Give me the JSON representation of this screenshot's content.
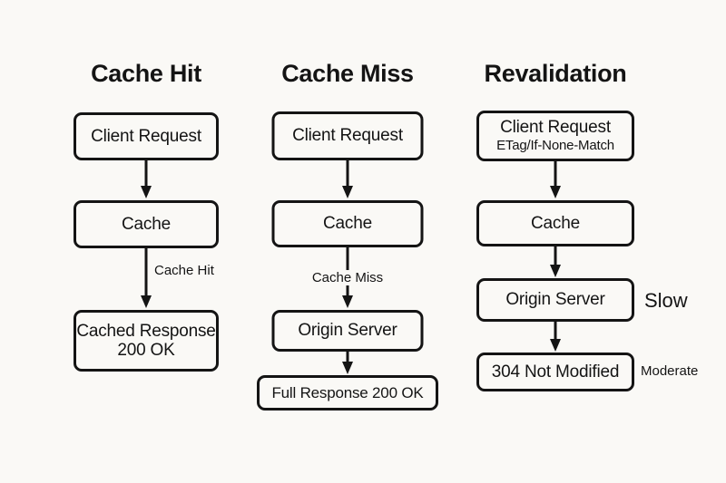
{
  "diagram": {
    "background_color": "#faf9f6",
    "stroke_color": "#141414",
    "columns": [
      {
        "title": "Cache Hit",
        "nodes": [
          {
            "line1": "Client Request",
            "line2": ""
          },
          {
            "line1": "Cache",
            "line2": ""
          },
          {
            "line1": "Cached Response",
            "line2": "200 OK"
          }
        ],
        "edge_labels": [
          "",
          "Cache Hit"
        ],
        "side_labels": []
      },
      {
        "title": "Cache Miss",
        "nodes": [
          {
            "line1": "Client Request",
            "line2": ""
          },
          {
            "line1": "Cache",
            "line2": ""
          },
          {
            "line1": "Origin Server",
            "line2": ""
          },
          {
            "line1": "Full Response 200 OK",
            "line2": ""
          }
        ],
        "edge_labels": [
          "",
          "Cache Miss",
          ""
        ],
        "side_labels": []
      },
      {
        "title": "Revalidation",
        "nodes": [
          {
            "line1": "Client Request",
            "line2": "ETag/If-None-Match"
          },
          {
            "line1": "Cache",
            "line2": ""
          },
          {
            "line1": "Origin Server",
            "line2": ""
          },
          {
            "line1": "304 Not Modified",
            "line2": ""
          }
        ],
        "edge_labels": [
          "",
          "",
          ""
        ],
        "side_labels": [
          "Slow",
          "Moderate"
        ]
      }
    ]
  }
}
